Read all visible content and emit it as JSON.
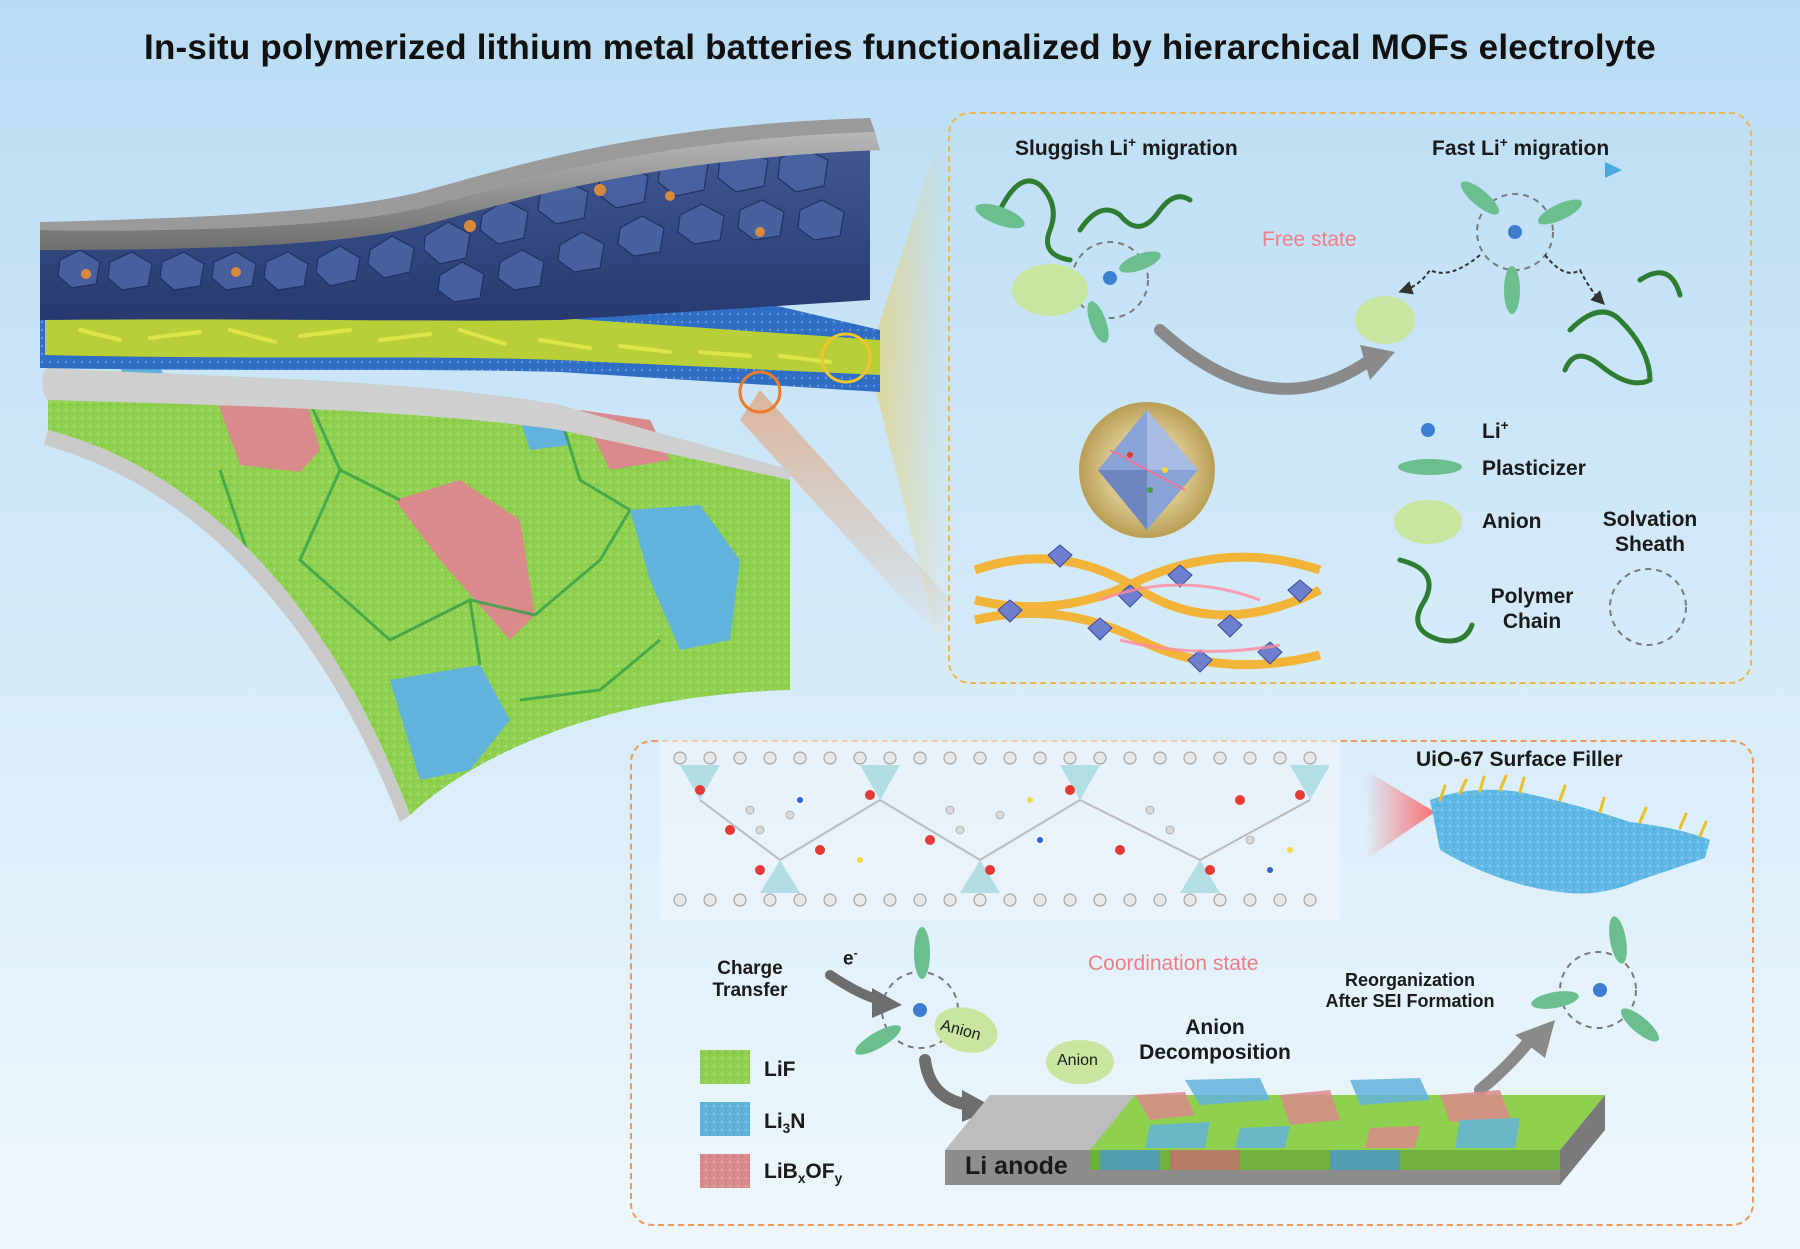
{
  "title": "In-situ polymerized lithium metal batteries functionalized by hierarchical MOFs electrolyte",
  "top_panel": {
    "sluggish": {
      "text": "Sluggish Li",
      "sup": "+",
      "rest": " migration"
    },
    "fast": {
      "text": "Fast Li",
      "sup": "+",
      "rest": " migration"
    },
    "free_state": "Free state",
    "legend": {
      "li": {
        "text": "Li",
        "sup": "+"
      },
      "plasticizer": "Plasticizer",
      "anion": "Anion",
      "solvation_1": "Solvation",
      "solvation_2": "Sheath",
      "polymer_1": "Polymer",
      "polymer_2": "Chain"
    }
  },
  "bottom_panel": {
    "uio_label": "UiO-67 Surface Filler",
    "coordination_state": "Coordination  state",
    "charge_1": "Charge",
    "charge_2": "Transfer",
    "electron": {
      "text": "e",
      "sup": "-"
    },
    "anion_bubble_1": "Anion",
    "anion_bubble_2": "Anion",
    "anion_decomp_1": "Anion",
    "anion_decomp_2": "Decomposition",
    "reorg_1": "Reorganization",
    "reorg_2": "After SEI Formation",
    "li_anode": "Li anode",
    "legend": {
      "lif": "LiF",
      "li3n": {
        "a": "Li",
        "sub": "3",
        "b": "N"
      },
      "libxofy": {
        "a": "LiB",
        "sub1": "x",
        "b": "OF",
        "sub2": "y"
      }
    }
  },
  "colors": {
    "lif_green": "#8fd14f",
    "li3n_blue": "#62b3dc",
    "libxofy_pink": "#d98a8a",
    "li_ion": "#3c7fd0",
    "plasticizer": "#6bbf8f",
    "anion": "#c8e6a0",
    "polymer": "#2e7d32",
    "top_dash": "#f0b64a",
    "bottom_dash": "#ef9a5a",
    "state_text": "#ef7f86"
  }
}
